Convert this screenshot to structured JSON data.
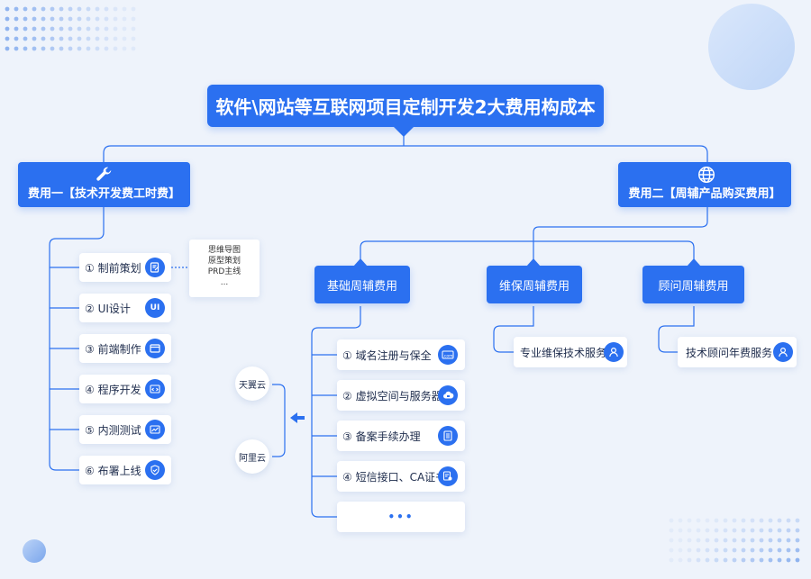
{
  "title": "软件\\网站等互联网项目定制开发2大费用构成本",
  "cost1": {
    "label": "费用一【技术开发费工时费】",
    "icon": "wrench-icon",
    "items": [
      {
        "label": "① 制前策划",
        "icon": "edit-document-icon"
      },
      {
        "label": "② UI设计",
        "icon": "ui-badge-icon"
      },
      {
        "label": "③ 前端制作",
        "icon": "browser-window-icon"
      },
      {
        "label": "④ 程序开发",
        "icon": "code-window-icon"
      },
      {
        "label": "⑤ 内测测试",
        "icon": "chart-window-icon"
      },
      {
        "label": "⑥ 布署上线",
        "icon": "shield-check-icon"
      }
    ],
    "note": [
      "思维导图",
      "原型策划",
      "PRD主线",
      "..."
    ]
  },
  "cost2": {
    "label": "费用二【周辅产品购买费用】",
    "icon": "globe-icon",
    "branches": [
      {
        "label": "基础周辅费用",
        "items": [
          {
            "label": "① 域名注册与保全",
            "icon": "com-domain-icon"
          },
          {
            "label": "② 虚拟空间与服务器",
            "icon": "cloud-server-icon"
          },
          {
            "label": "③ 备案手续办理",
            "icon": "document-list-icon"
          },
          {
            "label": "④ 短信接口、CA证书",
            "icon": "certificate-icon"
          },
          {
            "label": "•••",
            "icon": ""
          }
        ]
      },
      {
        "label": "维保周辅费用",
        "items": [
          {
            "label": "专业维保技术服务",
            "icon": "user-icon"
          }
        ]
      },
      {
        "label": "顾问周辅费用",
        "items": [
          {
            "label": "技术顾问年费服务",
            "icon": "user-icon"
          }
        ]
      }
    ],
    "providers": [
      "天翼云",
      "阿里云"
    ]
  },
  "colors": {
    "primary": "#2b70f0",
    "background": "#eef3fb",
    "line": "#2b70f0"
  }
}
